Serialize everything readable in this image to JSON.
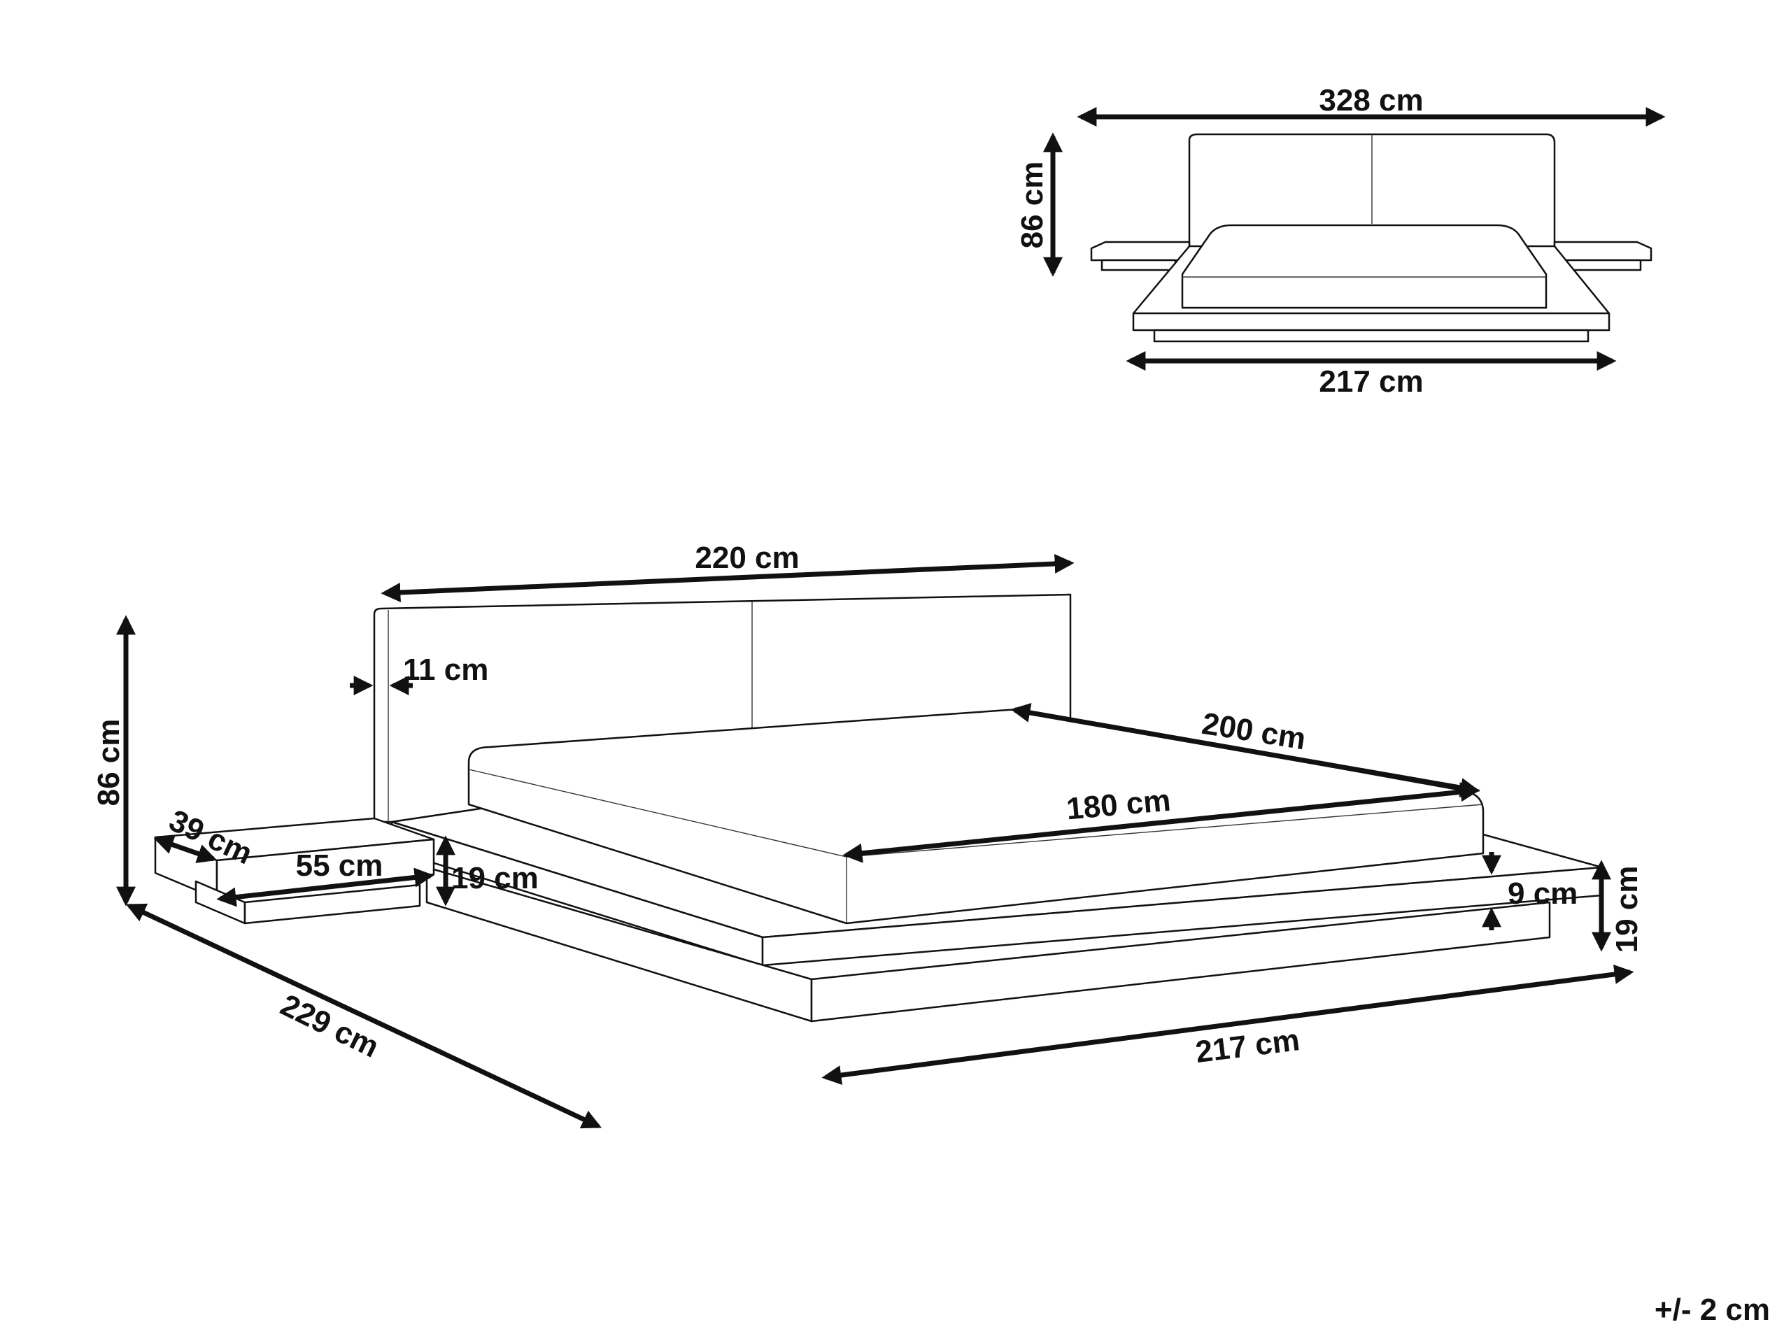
{
  "diagram": {
    "subject": "Platform bed with headboard and two bedside shelves",
    "tolerance": "+/- 2 cm",
    "front_view": {
      "overall_width": "328 cm",
      "height": "86 cm",
      "base_width": "217 cm"
    },
    "perspective_view": {
      "headboard_width": "220 cm",
      "headboard_thickness": "11 cm",
      "height": "86 cm",
      "mattress_length": "200 cm",
      "mattress_width": "180 cm",
      "shelf_depth": "39 cm",
      "shelf_width": "55 cm",
      "shelf_height": "19 cm",
      "frame_length": "229 cm",
      "frame_width": "217 cm",
      "plinth_height": "9 cm",
      "frame_height": "19 cm"
    }
  },
  "colors": {
    "line": "#111111",
    "background": "#ffffff"
  }
}
